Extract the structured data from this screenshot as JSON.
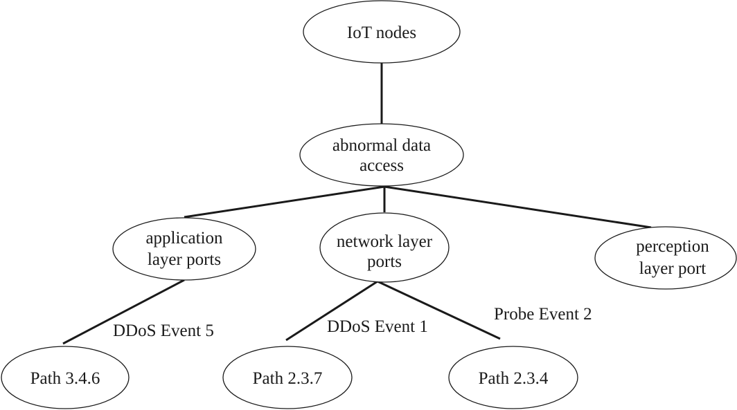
{
  "nodes": {
    "iot_nodes": {
      "lines": [
        "IoT nodes"
      ]
    },
    "abnormal_data_access": {
      "lines": [
        "abnormal data",
        "access"
      ]
    },
    "application_layer_ports": {
      "lines": [
        "application",
        "layer ports"
      ]
    },
    "network_layer_ports": {
      "lines": [
        "network layer",
        "ports"
      ]
    },
    "perception_layer_port": {
      "lines": [
        "perception",
        "layer port"
      ]
    },
    "path_346": {
      "lines": [
        "Path 3.4.6"
      ]
    },
    "path_237": {
      "lines": [
        "Path 2.3.7"
      ]
    },
    "path_234": {
      "lines": [
        "Path 2.3.4"
      ]
    }
  },
  "edges": [
    {
      "from": "iot_nodes",
      "to": "abnormal_data_access",
      "label": ""
    },
    {
      "from": "abnormal_data_access",
      "to": "application_layer_ports",
      "label": ""
    },
    {
      "from": "abnormal_data_access",
      "to": "network_layer_ports",
      "label": ""
    },
    {
      "from": "abnormal_data_access",
      "to": "perception_layer_port",
      "label": ""
    },
    {
      "from": "application_layer_ports",
      "to": "path_346",
      "label": "DDoS Event 5"
    },
    {
      "from": "network_layer_ports",
      "to": "path_237",
      "label": "DDoS Event 1"
    },
    {
      "from": "network_layer_ports",
      "to": "path_234",
      "label": "Probe Event 2"
    }
  ],
  "colors": {
    "stroke": "#1a1a1a",
    "background": "#ffffff"
  }
}
